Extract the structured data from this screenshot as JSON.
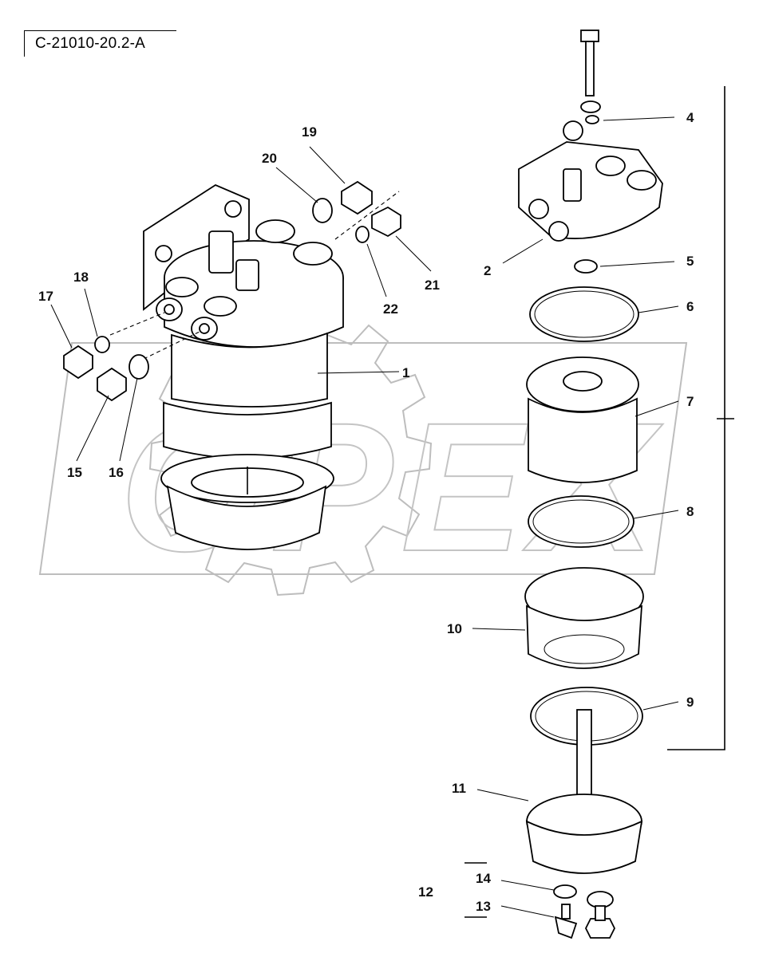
{
  "drawing_code": "C-21010-20.2-A",
  "watermark": "OPEX",
  "callouts": [
    {
      "id": "c1",
      "text": "1"
    },
    {
      "id": "c2",
      "text": "2"
    },
    {
      "id": "c4",
      "text": "4"
    },
    {
      "id": "c5",
      "text": "5"
    },
    {
      "id": "c6",
      "text": "6"
    },
    {
      "id": "c7",
      "text": "7"
    },
    {
      "id": "c8",
      "text": "8"
    },
    {
      "id": "c9",
      "text": "9"
    },
    {
      "id": "c10",
      "text": "10"
    },
    {
      "id": "c11",
      "text": "11"
    },
    {
      "id": "c12",
      "text": "12"
    },
    {
      "id": "c13",
      "text": "13"
    },
    {
      "id": "c14",
      "text": "14"
    },
    {
      "id": "c15",
      "text": "15"
    },
    {
      "id": "c16",
      "text": "16"
    },
    {
      "id": "c17",
      "text": "17"
    },
    {
      "id": "c18",
      "text": "18"
    },
    {
      "id": "c19",
      "text": "19"
    },
    {
      "id": "c20",
      "text": "20"
    },
    {
      "id": "c21",
      "text": "21"
    },
    {
      "id": "c22",
      "text": "22"
    }
  ]
}
